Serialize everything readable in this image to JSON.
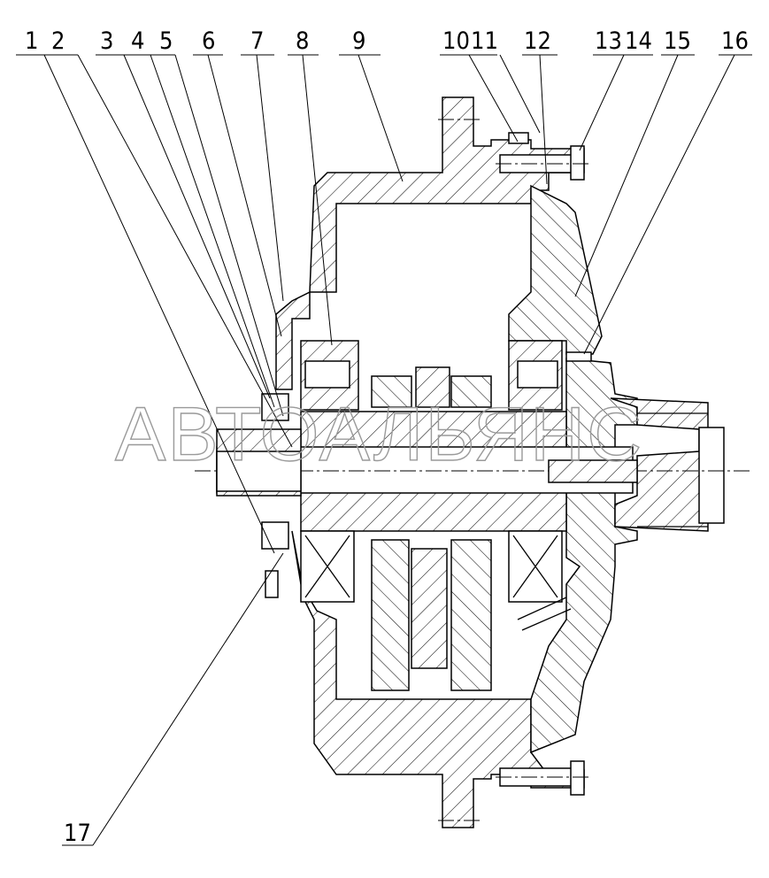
{
  "callouts": [
    {
      "id": "1",
      "label": "1"
    },
    {
      "id": "2",
      "label": "2"
    },
    {
      "id": "3",
      "label": "3"
    },
    {
      "id": "4",
      "label": "4"
    },
    {
      "id": "5",
      "label": "5"
    },
    {
      "id": "6",
      "label": "6"
    },
    {
      "id": "7",
      "label": "7"
    },
    {
      "id": "8",
      "label": "8"
    },
    {
      "id": "9",
      "label": "9"
    },
    {
      "id": "10",
      "label": "10"
    },
    {
      "id": "11",
      "label": "11"
    },
    {
      "id": "12",
      "label": "12"
    },
    {
      "id": "13",
      "label": "13"
    },
    {
      "id": "14",
      "label": "14"
    },
    {
      "id": "15",
      "label": "15"
    },
    {
      "id": "16",
      "label": "16"
    },
    {
      "id": "17",
      "label": "17"
    }
  ],
  "watermark": "АВТОАЛЬЯНС"
}
